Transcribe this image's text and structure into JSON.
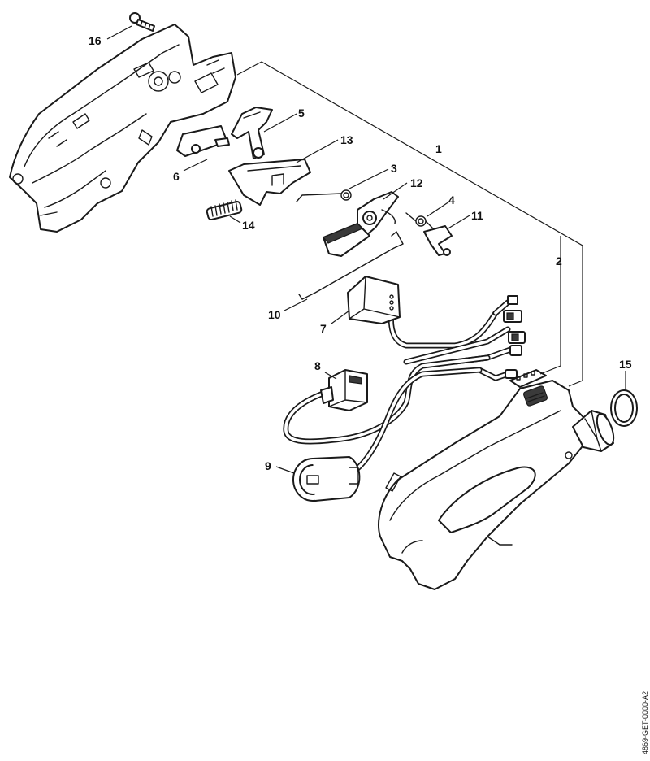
{
  "diagram": {
    "callouts": [
      "16",
      "5",
      "13",
      "1",
      "6",
      "3",
      "12",
      "4",
      "11",
      "14",
      "2",
      "10",
      "7",
      "8",
      "15",
      "9"
    ],
    "reference_code": "4869-GET-0000-A2"
  }
}
